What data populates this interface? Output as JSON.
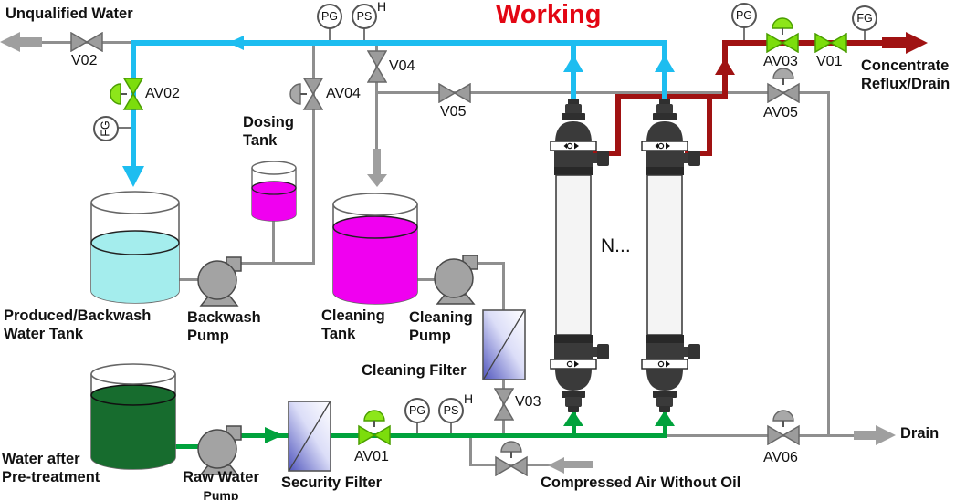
{
  "status": {
    "working": "Working"
  },
  "colors": {
    "working_text": "#e30613",
    "permeate_line": "#1dbdf0",
    "concentrate_line": "#a01212",
    "feed_line": "#00a23c",
    "utility_line": "#8f8f8f",
    "auto_valve_green": "#7cdd0c",
    "chemical_fill": "#f000f0",
    "permeate_fill": "#a4eded",
    "raw_water_fill": "#176c2e"
  },
  "labels": {
    "unqualified_water": "Unqualified Water",
    "dosing_tank": "Dosing\nTank",
    "produced_water_tank": "Produced/Backwash\nWater Tank",
    "backwash_pump": "Backwash\nPump",
    "cleaning_tank": "Cleaning\nTank",
    "cleaning_pump": "Cleaning\nPump",
    "cleaning_filter": "Cleaning Filter",
    "security_filter": "Security Filter",
    "raw_water_tank": "Water after\nPre-treatment",
    "raw_water_pump_name": "Raw Water",
    "raw_water_pump_word": "Pump",
    "compressed_air": "Compressed Air Without Oil",
    "concentrate_outlet": "Concentrate\nReflux/Drain",
    "drain_outlet": "Drain",
    "membrane_count": "N..."
  },
  "valves": {
    "v01": "V01",
    "v02": "V02",
    "v03": "V03",
    "v04": "V04",
    "v05": "V05",
    "av01": "AV01",
    "av02": "AV02",
    "av03": "AV03",
    "av04": "AV04",
    "av05": "AV05",
    "av06": "AV06"
  },
  "gauges": {
    "pressure_gauge": "PG",
    "pressure_switch": "PS",
    "flow_gauge": "FG",
    "high_suffix": "H"
  }
}
